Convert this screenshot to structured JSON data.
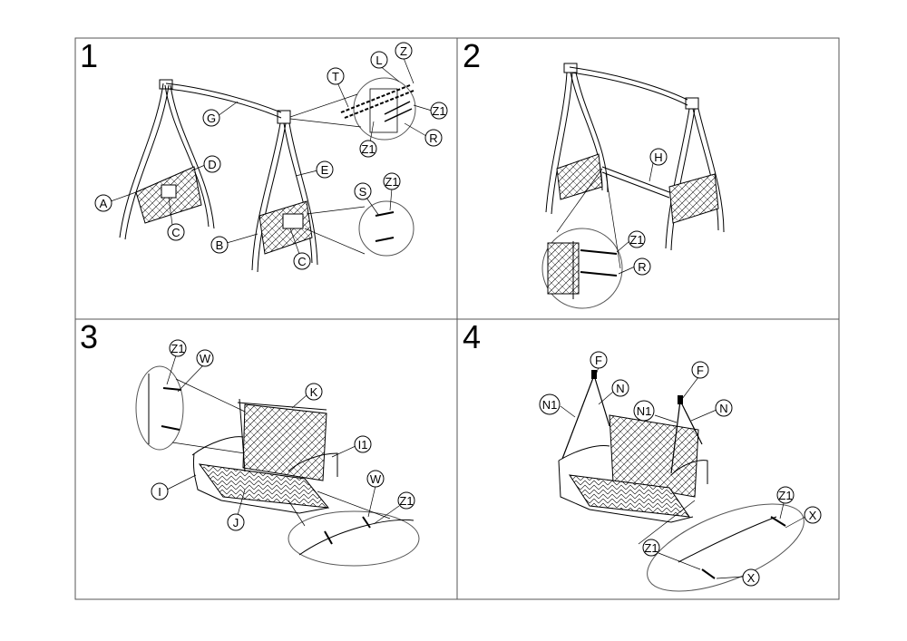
{
  "steps": [
    {
      "number": "1",
      "labels": {
        "Z": "Z",
        "L": "L",
        "T": "T",
        "Z1a": "Z1",
        "R": "R",
        "Z1b": "Z1",
        "G": "G",
        "D": "D",
        "E": "E",
        "A": "A",
        "C1": "C",
        "S": "S",
        "Z1c": "Z1",
        "B": "B",
        "C2": "C"
      }
    },
    {
      "number": "2",
      "labels": {
        "H": "H",
        "Z1": "Z1",
        "R": "R"
      }
    },
    {
      "number": "3",
      "labels": {
        "Z1a": "Z1",
        "W1": "W",
        "K": "K",
        "I1": "I1",
        "I": "I",
        "W2": "W",
        "Z1b": "Z1",
        "J": "J"
      }
    },
    {
      "number": "4",
      "labels": {
        "F1": "F",
        "N1a": "N1",
        "N1": "N",
        "F2": "F",
        "N1b": "N1",
        "N2": "N",
        "Z1a": "Z1",
        "X1": "X",
        "Z1b": "Z1",
        "X2": "X"
      }
    }
  ]
}
